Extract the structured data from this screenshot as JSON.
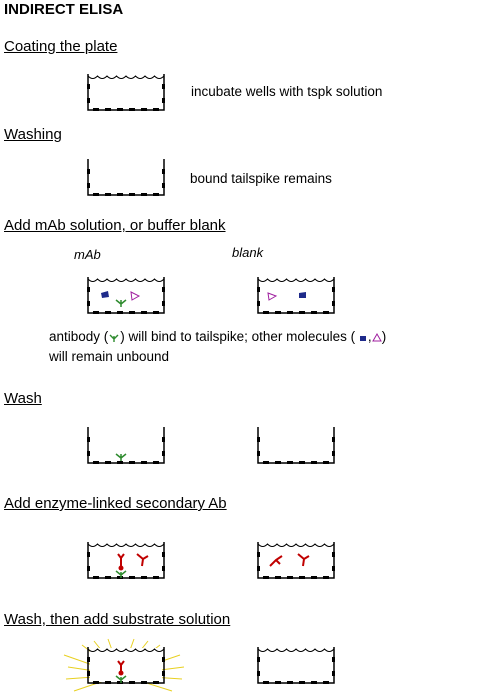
{
  "title": "INDIRECT ELISA",
  "steps": [
    {
      "heading": "Coating the plate",
      "note": "incubate wells with tspk solution"
    },
    {
      "heading": "Washing",
      "note": "bound tailspike remains"
    },
    {
      "heading": "Add mAb solution, or buffer blank",
      "well_labels": [
        "mAb",
        "blank"
      ],
      "note_parts": [
        "antibody (",
        ") will bind to tailspike; other molecules (",
        ",",
        ")"
      ],
      "note_line2": "will remain unbound"
    },
    {
      "heading": "Wash"
    },
    {
      "heading": "Add enzyme-linked secondary Ab"
    },
    {
      "heading": "Wash, then add substrate solution"
    }
  ],
  "colors": {
    "line": "#000000",
    "antibody": "#2e8b2e",
    "molecule_square": "#1e2a8a",
    "molecule_triangle": "#a020a0",
    "secondary_ab": "#c00000",
    "glow": "#e8d020"
  }
}
